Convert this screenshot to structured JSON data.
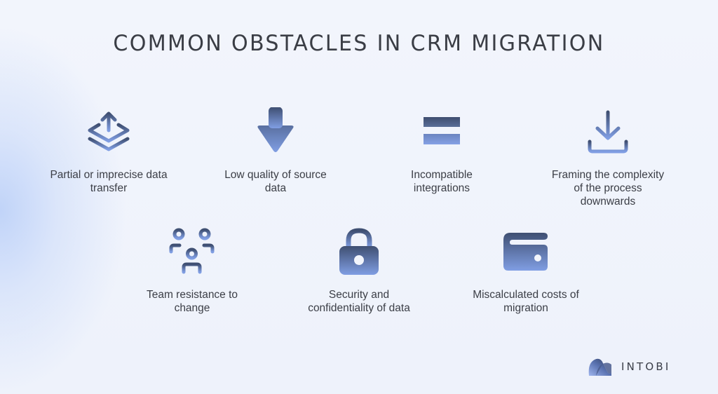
{
  "title": "COMMON OBSTACLES IN CRM MIGRATION",
  "colors": {
    "icon_dark": "#3f4f72",
    "icon_light": "#7f9be0",
    "text": "#3b3e46",
    "background": "#eff3fc"
  },
  "obstacles": [
    {
      "icon": "layers-upload-icon",
      "label": "Partial or imprecise data\ntransfer"
    },
    {
      "icon": "arrow-down-icon",
      "label": "Low quality of source\ndata"
    },
    {
      "icon": "equals-icon",
      "label": "Incompatible\nintegrations"
    },
    {
      "icon": "download-icon",
      "label": "Framing the complexity\nof the process\ndownwards"
    },
    {
      "icon": "team-icon",
      "label": "Team resistance to\nchange"
    },
    {
      "icon": "lock-icon",
      "label": "Security and\nconfidentiality of data"
    },
    {
      "icon": "wallet-icon",
      "label": "Miscalculated costs of\nmigration"
    }
  ],
  "brand": {
    "name": "INTOBI",
    "icon": "intobi-logo-icon"
  }
}
